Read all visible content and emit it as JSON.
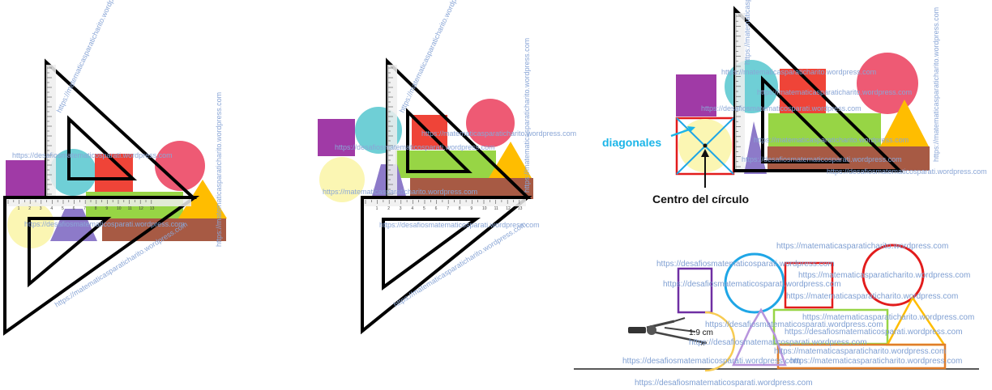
{
  "watermark_desafios": "https://desafiosmatematicosparati.wordpress.com",
  "watermark_charito": "https://matematicasparaticharito.wordpress.com",
  "label_diagonals": "diagonales",
  "label_circle_center": "Centro del círculo",
  "label_radius": "1.9 cm",
  "ruler_numbers": [
    "1",
    "2",
    "3",
    "4",
    "5",
    "6",
    "7",
    "8",
    "9",
    "10",
    "11",
    "12",
    "13"
  ],
  "colors": {
    "purple_square": "#a03aa6",
    "cyan_circle": "#6fcfd6",
    "red_square": "#ef4438",
    "pink_circle": "#ee5a74",
    "green_rect": "#97d545",
    "yellow_triangle": "#ffbd00",
    "brown_rect": "#a75a44",
    "light_yellow_circle": "#fbf6b3",
    "lavender_trapezoid": "#8d7ac9",
    "outline_blue": "#1fa6e6",
    "outline_red": "#e21c1c",
    "outline_purple": "#6f2fa3",
    "outline_orange": "#e07d2a"
  }
}
